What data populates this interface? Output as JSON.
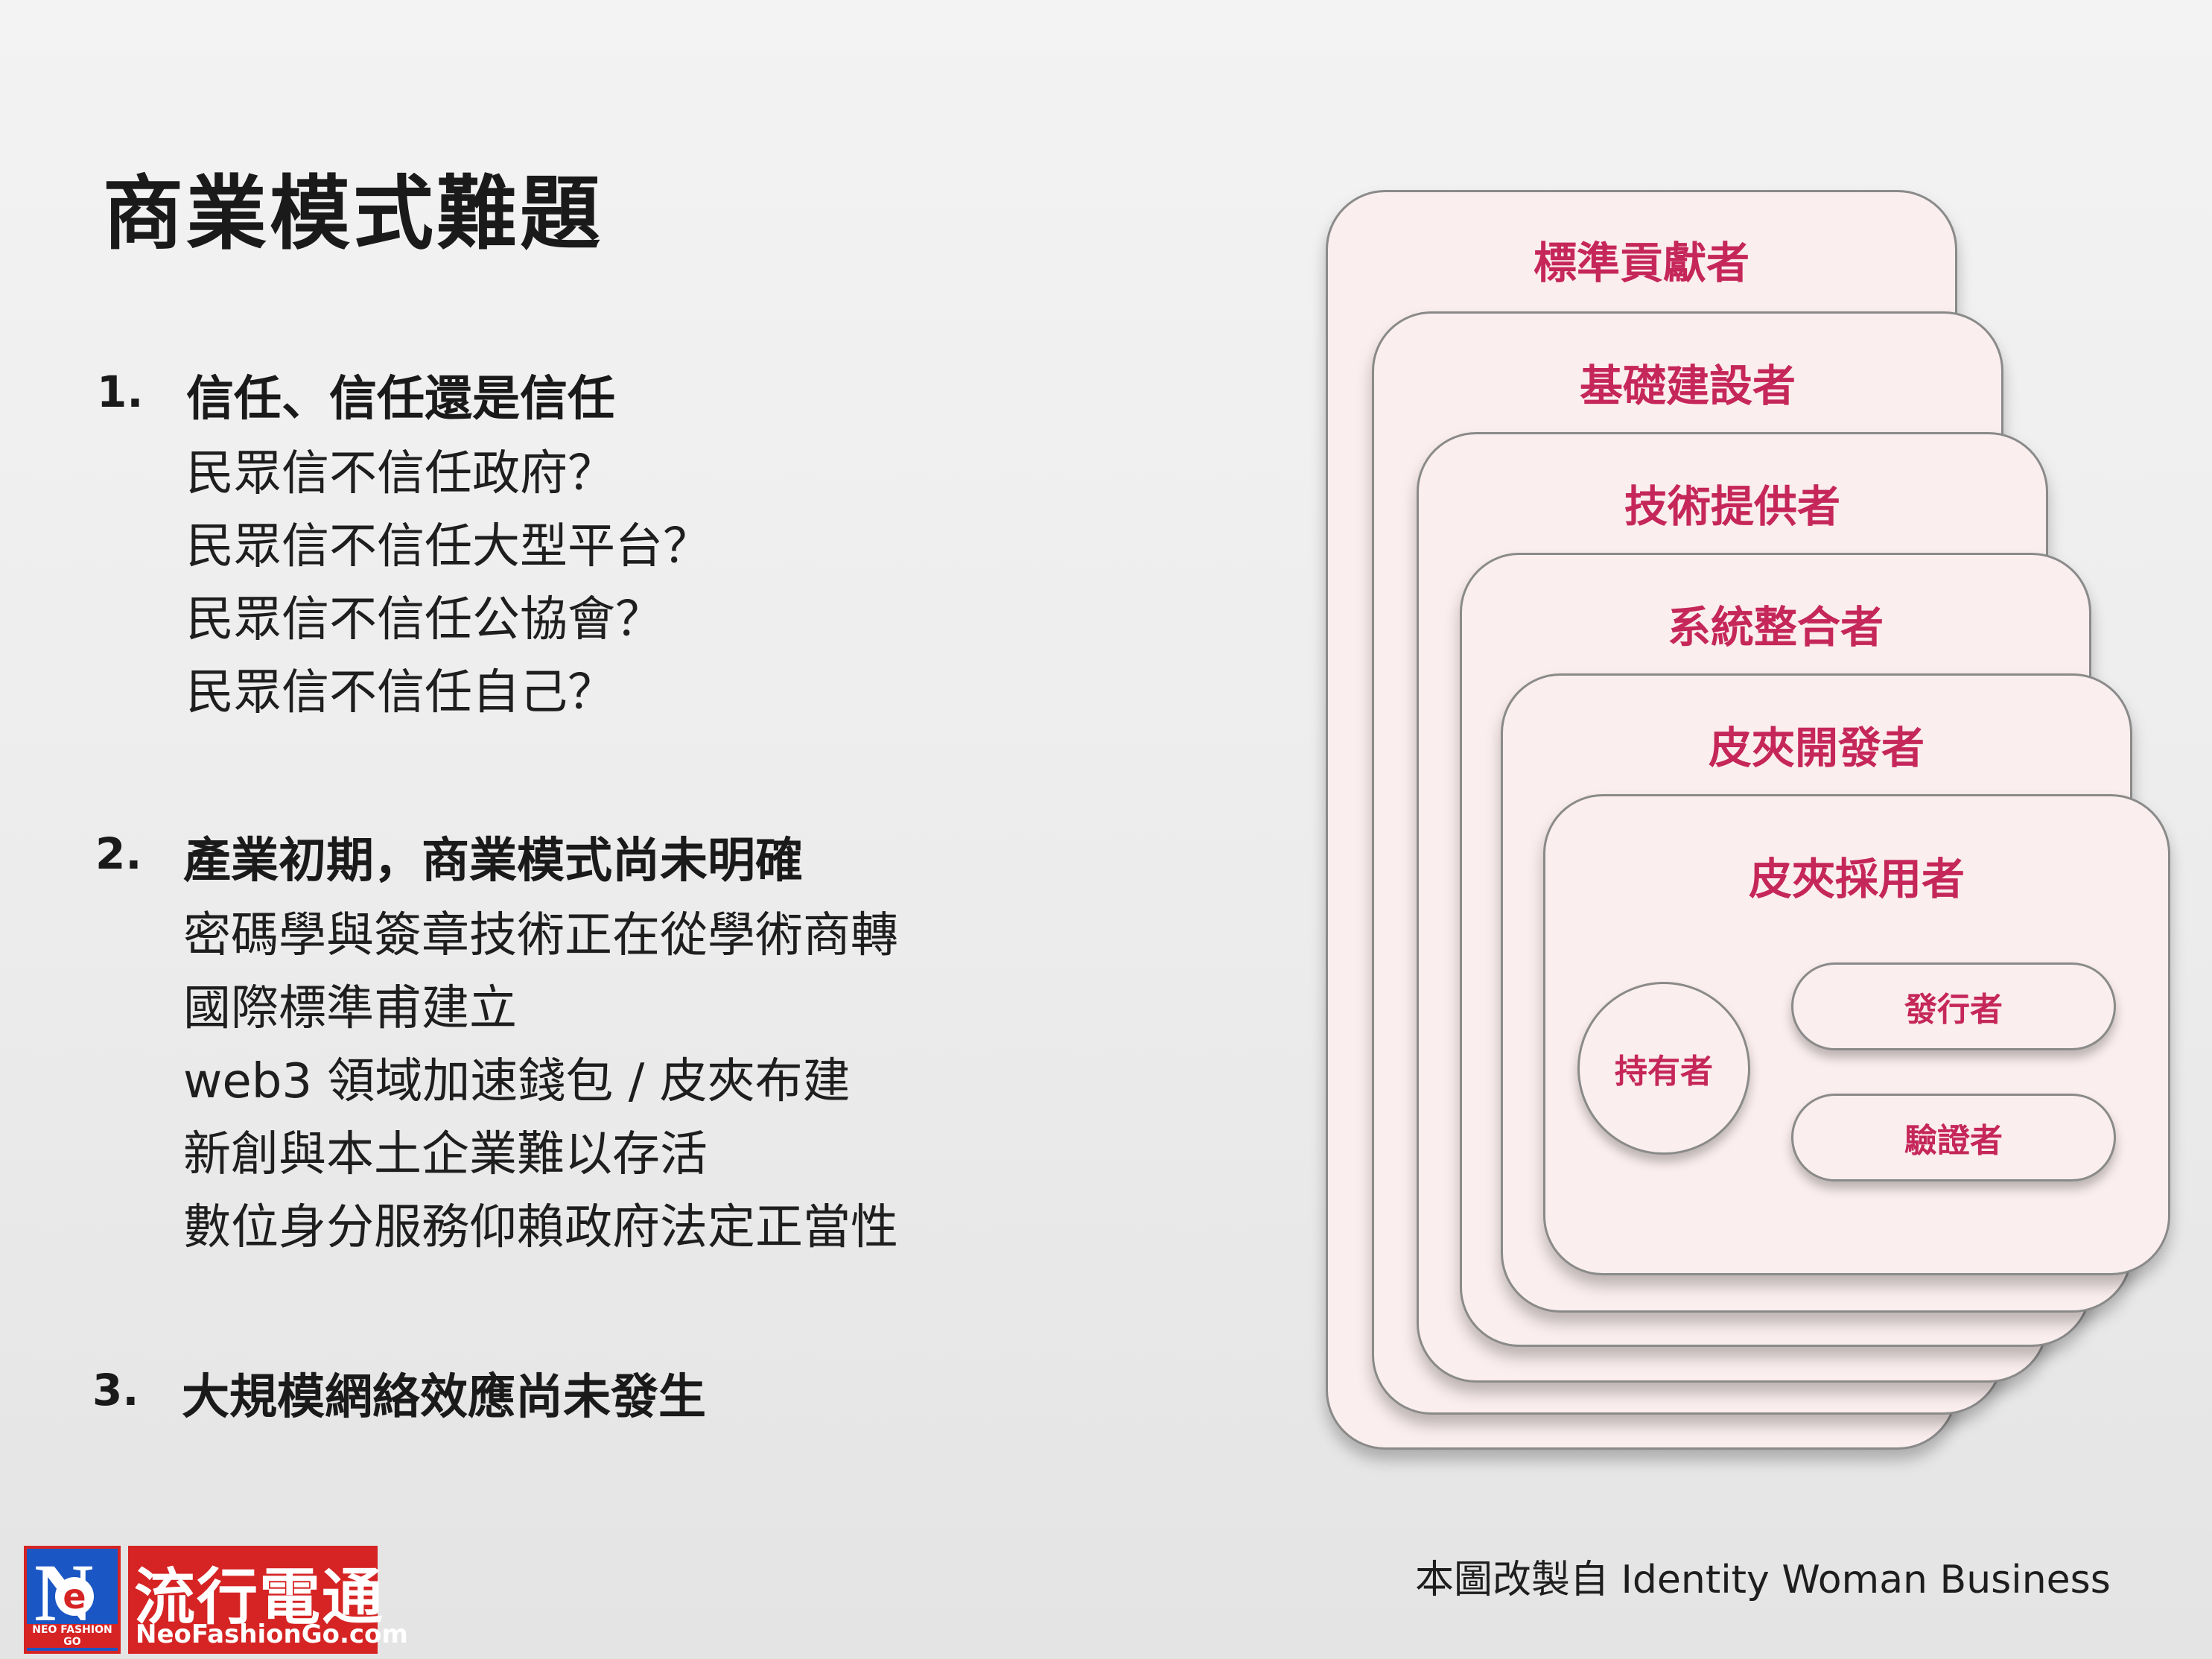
{
  "title": "商業模式難題",
  "sections": [
    {
      "number": "1.",
      "heading": "信任、信任還是信任",
      "lines": [
        "民眾信不信任政府？",
        "民眾信不信任大型平台？",
        "民眾信不信任公協會？",
        "民眾信不信任自己？"
      ]
    },
    {
      "number": "2.",
      "heading": "產業初期，商業模式尚未明確",
      "lines": [
        "密碼學與簽章技術正在從學術商轉",
        "國際標準甫建立",
        "web3 領域加速錢包 / 皮夾布建",
        "新創與本土企業難以存活",
        "數位身分服務仰賴政府法定正當性"
      ]
    },
    {
      "number": "3.",
      "heading": "大規模網絡效應尚未發生",
      "lines": []
    }
  ],
  "diagram": {
    "layers": [
      "標準貢獻者",
      "基礎建設者",
      "技術提供者",
      "系統整合者",
      "皮夾開發者",
      "皮夾採用者"
    ],
    "holder": "持有者",
    "issuer": "發行者",
    "verifier": "驗證者",
    "accent_color": "#c5275b",
    "fill_color": "#fbeeee"
  },
  "caption": "本圖改製自 Identity Woman Business",
  "logo": {
    "name": "流行電通",
    "url": "NeoFashionGo.com",
    "badge_letter": "N",
    "badge_sub": "NEO FASHION GO"
  }
}
